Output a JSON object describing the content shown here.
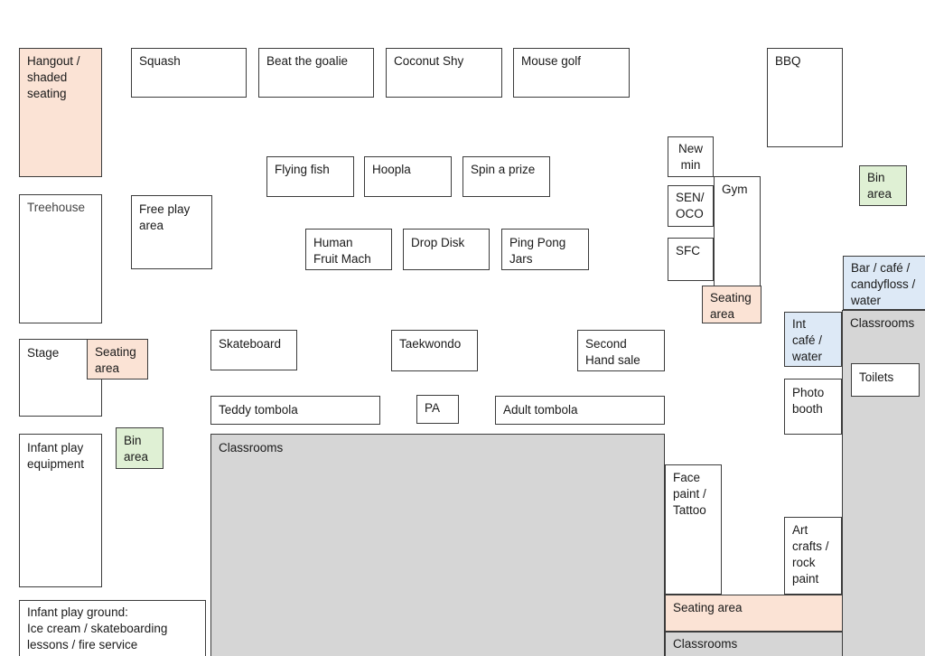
{
  "map": {
    "hangout": "Hangout /\nshaded\nseating",
    "squash": "Squash",
    "beat_the_goalie": "Beat the goalie",
    "coconut_shy": "Coconut Shy",
    "mouse_golf": "Mouse golf",
    "bbq": "BBQ",
    "flying_fish": "Flying fish",
    "hoopla": "Hoopla",
    "spin_a_prize": "Spin a prize",
    "new_min": "New\nmin",
    "gym": "Gym",
    "sen_oco": "SEN/\nOCO",
    "sfc": "SFC",
    "bin_area_right": "Bin\narea",
    "treehouse": "Treehouse",
    "free_play_area": "Free play\narea",
    "human_fruit_machine": "Human\nFruit Mach",
    "drop_disk": "Drop Disk",
    "ping_pong_jars": "Ping Pong\nJars",
    "bar_cafe": "Bar / café /\ncandyfloss /\nwater",
    "seating_area_gym": "Seating\narea",
    "classrooms_right": "Classrooms",
    "int_cafe": "Int\ncafé /\nwater",
    "toilets": "Toilets",
    "stage": "Stage",
    "seating_area_stage": "Seating\narea",
    "skateboard": "Skateboard",
    "taekwondo": "Taekwondo",
    "second_hand_sale": "Second\nHand sale",
    "photo_booth": "Photo\nbooth",
    "teddy_tombola": "Teddy tombola",
    "pa": "PA",
    "adult_tombola": "Adult tombola",
    "infant_play_equipment": "Infant play\nequipment",
    "bin_area_left": "Bin\narea",
    "classrooms_main": "Classrooms",
    "face_paint": "Face\npaint /\nTattoo",
    "art_crafts": "Art\ncrafts /\nrock\npaint",
    "seating_area_bottom": "Seating area",
    "classrooms_bottom": "Classrooms",
    "infant_playground": "Infant play ground:\nIce cream / skateboarding\nlessons / fire service"
  },
  "colors": {
    "seating": "#fbe3d5",
    "bin": "#dff0d4",
    "cafe": "#dde9f6",
    "building": "#d6d6d6"
  }
}
